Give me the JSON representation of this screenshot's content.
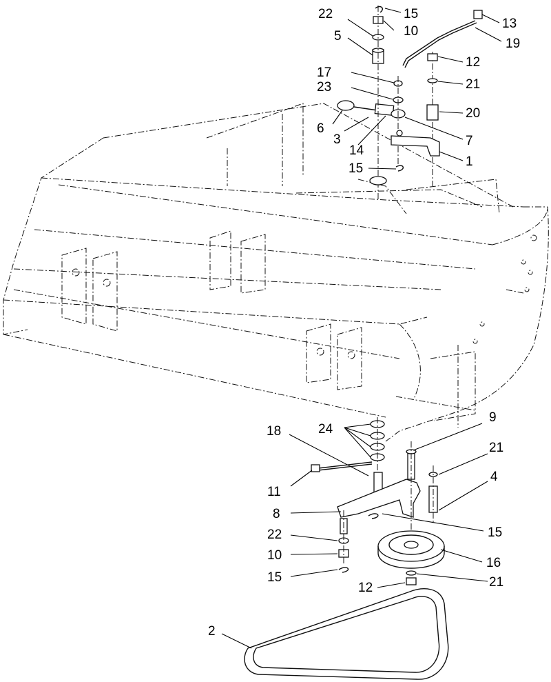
{
  "callouts": [
    {
      "id": "c22a",
      "text": "22"
    },
    {
      "id": "c15a",
      "text": "15"
    },
    {
      "id": "c10a",
      "text": "10"
    },
    {
      "id": "c5",
      "text": "5"
    },
    {
      "id": "c13",
      "text": "13"
    },
    {
      "id": "c19",
      "text": "19"
    },
    {
      "id": "c12a",
      "text": "12"
    },
    {
      "id": "c17",
      "text": "17"
    },
    {
      "id": "c21a",
      "text": "21"
    },
    {
      "id": "c23",
      "text": "23"
    },
    {
      "id": "c20",
      "text": "20"
    },
    {
      "id": "c6",
      "text": "6"
    },
    {
      "id": "c3",
      "text": "3"
    },
    {
      "id": "c14",
      "text": "14"
    },
    {
      "id": "c7",
      "text": "7"
    },
    {
      "id": "c1",
      "text": "1"
    },
    {
      "id": "c15b",
      "text": "15"
    },
    {
      "id": "c9",
      "text": "9"
    },
    {
      "id": "c18",
      "text": "18"
    },
    {
      "id": "c24",
      "text": "24"
    },
    {
      "id": "c21b",
      "text": "21"
    },
    {
      "id": "c4",
      "text": "4"
    },
    {
      "id": "c11",
      "text": "11"
    },
    {
      "id": "c8",
      "text": "8"
    },
    {
      "id": "c15c",
      "text": "15"
    },
    {
      "id": "c22b",
      "text": "22"
    },
    {
      "id": "c16",
      "text": "16"
    },
    {
      "id": "c10b",
      "text": "10"
    },
    {
      "id": "c15d",
      "text": "15"
    },
    {
      "id": "c21c",
      "text": "21"
    },
    {
      "id": "c12b",
      "text": "12"
    },
    {
      "id": "c2",
      "text": "2"
    }
  ]
}
